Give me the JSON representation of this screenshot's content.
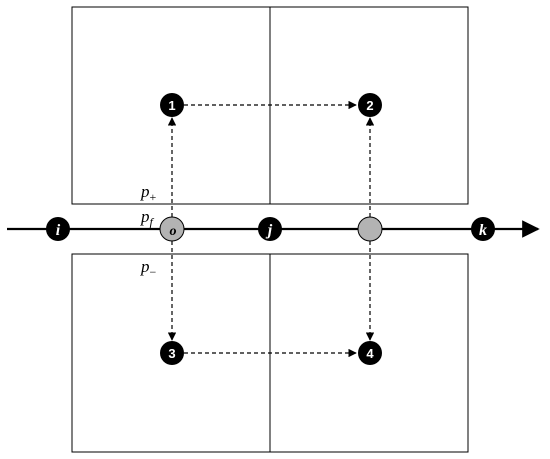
{
  "diagram": {
    "nodes": {
      "i": "i",
      "j": "j",
      "k": "k",
      "o": "o"
    },
    "points": {
      "n1": "1",
      "n2": "2",
      "n3": "3",
      "n4": "4"
    },
    "labels": {
      "p_plus_base": "p",
      "p_plus_sub": "+",
      "p_f_base": "p",
      "p_f_sub": "f",
      "p_minus_base": "p",
      "p_minus_sub": "−"
    },
    "colors": {
      "black_node": "#000000",
      "grey_node": "#b3b3b3",
      "line": "#000000"
    }
  }
}
